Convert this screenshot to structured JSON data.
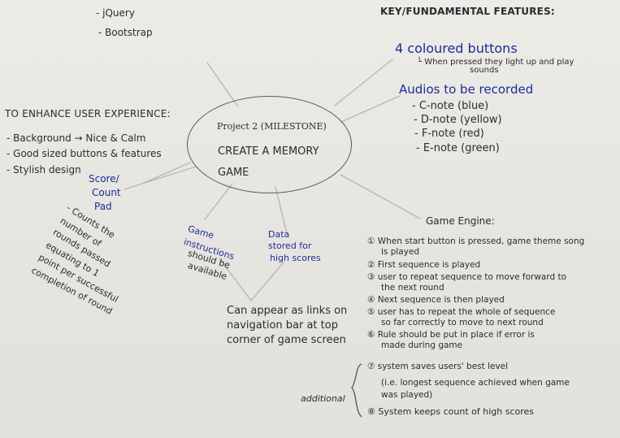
{
  "colors": {
    "paper": "#e9e7e2",
    "ink": "#2a2b35",
    "blue_ink": "#1d2c9a",
    "pencil": "#b8b7b5"
  },
  "tools": [
    "- jQuery",
    "- Bootstrap"
  ],
  "center": {
    "line1": "Project 2 (MILESTONE)",
    "line2": "CREATE A MEMORY",
    "line3": "GAME"
  },
  "ux": {
    "title": "TO ENHANCE USER EXPERIENCE:",
    "items": [
      "- Background → Nice & Calm",
      "- Good sized buttons & features",
      "- Stylish design"
    ]
  },
  "score": {
    "title1": "Score/",
    "title2": "Count",
    "title3": "Pad",
    "desc1": "- Counts the",
    "desc2": "number of",
    "desc3": "rounds passed",
    "desc4": "equating to 1",
    "desc5": "point per successful",
    "desc6": "completion of round"
  },
  "instructions": {
    "line1": "Game",
    "line2": "instructions",
    "line3": "should be",
    "line4": "available"
  },
  "storage": {
    "line1": "Data",
    "line2": "stored for",
    "line3": "high scores"
  },
  "links": {
    "line1": "Can appear as links on",
    "line2": "navigation bar at top",
    "line3": "corner of game screen"
  },
  "key": {
    "title": "KEY/FUNDAMENTAL FEATURES:",
    "buttons_heading": "4 coloured buttons",
    "buttons_note_line1": "└ When pressed they light up and play",
    "buttons_note_line2": "sounds",
    "audio_heading": "Audios to be recorded",
    "audio_items": [
      "- C-note (blue)",
      "- D-note (yellow)",
      "- F-note (red)",
      "- E-note (green)"
    ]
  },
  "engine": {
    "title": "Game Engine:",
    "step1_line1": "① When start button is pressed, game theme song",
    "step1_line2": "is played",
    "step2_line1": "② First sequence is played",
    "step3_line1": "③ user to repeat sequence to move forward to",
    "step3_line2": "the next round",
    "step4_line1": "④ Next sequence is then played",
    "step5_line1": "⑤ user has to repeat the whole of sequence",
    "step5_line2": "so far correctly to move to next round",
    "step6_line1": "⑥ Rule should be put in place if error is",
    "step6_line2": "made during game",
    "additional_label": "additional",
    "step7_line1": "⑦ system saves users' best level",
    "step7_line2": "(i.e. longest sequence achieved when game",
    "step7_line3": "was played)",
    "step8_line1": "⑧ System keeps count of high scores"
  }
}
